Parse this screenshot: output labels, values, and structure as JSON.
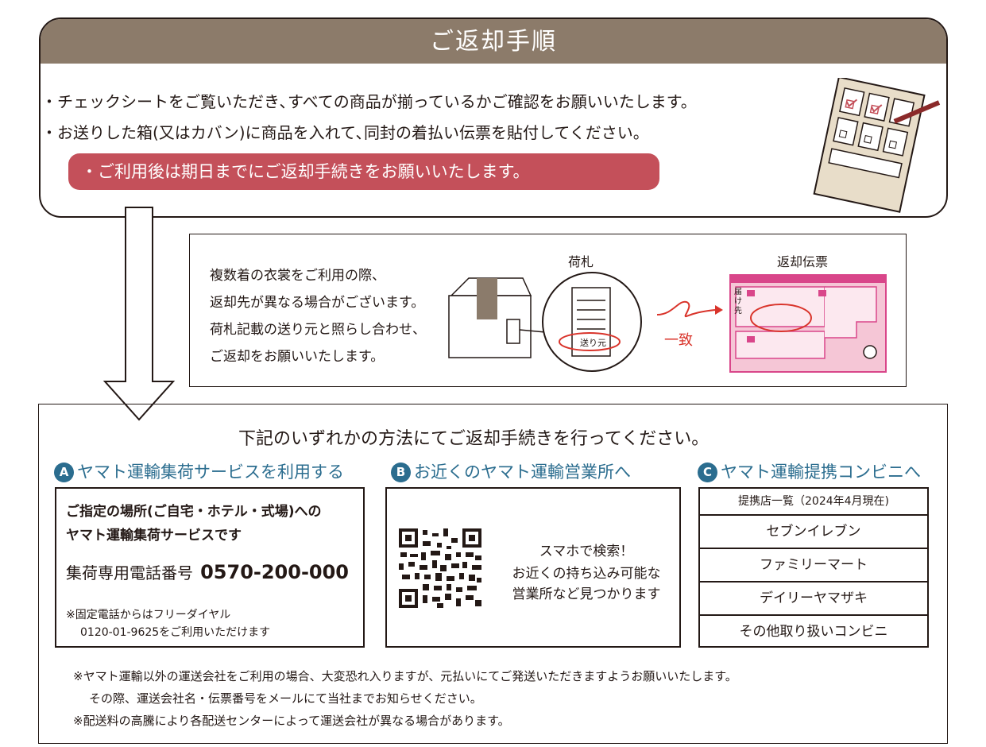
{
  "title": "ご返却手順",
  "bullets": [
    "・チェックシートをご覧いただき､すべての商品が揃っているかご確認をお願いいたします。",
    "・お送りした箱(又はカバン)に商品を入れて､同封の着払い伝票を貼付してください。"
  ],
  "highlight": "・ご利用後は期日までにご返却手続きをお願いいたします。",
  "middle": {
    "lines": [
      "複数着の衣裳をご利用の際、",
      "返却先が異なる場合がございます。",
      "荷札記載の送り元と照らし合わせ、",
      "ご返却をお願いいたします。"
    ],
    "tag_label": "荷札",
    "sender_label": "送り元",
    "match_label": "一致",
    "slip_label": "返却伝票",
    "slip_dest": "届け先"
  },
  "instruction": "下記のいずれかの方法にてご返却手続きを行ってください。",
  "option_a": {
    "badge": "A",
    "title": "ヤマト運輸集荷サービスを利用する",
    "desc1": "ご指定の場所(ご自宅・ホテル・式場)への",
    "desc2": "ヤマト運輸集荷サービスです",
    "phone_label": "集荷専用電話番号",
    "phone": "0570-200-000",
    "note1": "※固定電話からはフリーダイヤル",
    "note2": "0120-01-9625をご利用いただけます"
  },
  "option_b": {
    "badge": "B",
    "title": "お近くのヤマト運輸営業所へ",
    "line1": "スマホで検索！",
    "line2": "お近くの持ち込み可能な",
    "line3": "営業所など見つかります"
  },
  "option_c": {
    "badge": "C",
    "title": "ヤマト運輸提携コンビニへ",
    "header": "提携店一覧（2024年4月現在)",
    "stores": [
      "セブンイレブン",
      "ファミリーマート",
      "デイリーヤマザキ",
      "その他取り扱いコンビニ"
    ]
  },
  "footnotes": [
    "※ヤマト運輸以外の運送会社をご利用の場合、大変恐れ入りますが、元払いにてご発送いただきますようお願いいたします。",
    "その際、運送会社名・伝票番号をメールにて当社までお知らせください。",
    "※配送料の高騰により各配送センターによって運送会社が異なる場合があります。"
  ],
  "colors": {
    "header_brown": "#8c7b6a",
    "highlight_red": "#c4505a",
    "option_blue": "#2b6d8f",
    "slip_pink": "#f5c6d6"
  }
}
